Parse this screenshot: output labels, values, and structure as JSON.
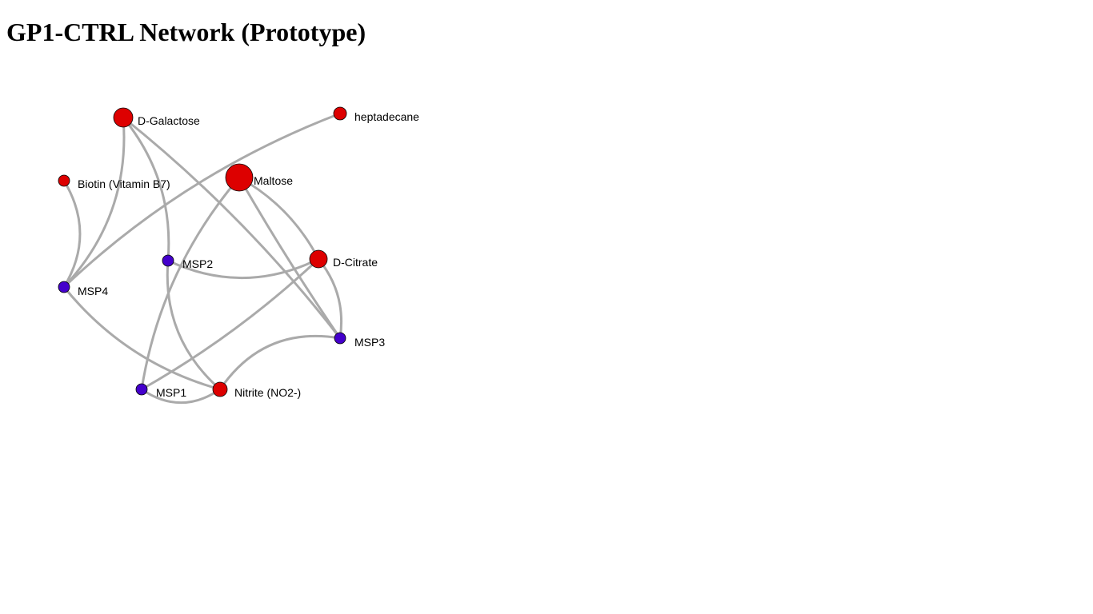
{
  "page": {
    "title": "GP1-CTRL Network (Prototype)"
  },
  "colors": {
    "metabolite_node": "#dd0000",
    "msp_node": "#4400cc",
    "edge": "#aaaaaa"
  },
  "network": {
    "nodes": [
      {
        "id": "d-galactose",
        "label": "D-Galactose",
        "kind": "metabolite"
      },
      {
        "id": "heptadecane",
        "label": "heptadecane",
        "kind": "metabolite"
      },
      {
        "id": "biotin",
        "label": "Biotin (Vitamin B7)",
        "kind": "metabolite"
      },
      {
        "id": "maltose",
        "label": "Maltose",
        "kind": "metabolite"
      },
      {
        "id": "msp2",
        "label": "MSP2",
        "kind": "msp"
      },
      {
        "id": "d-citrate",
        "label": "D-Citrate",
        "kind": "metabolite"
      },
      {
        "id": "msp4",
        "label": "MSP4",
        "kind": "msp"
      },
      {
        "id": "msp3",
        "label": "MSP3",
        "kind": "msp"
      },
      {
        "id": "msp1",
        "label": "MSP1",
        "kind": "msp"
      },
      {
        "id": "nitrite",
        "label": "Nitrite (NO2-)",
        "kind": "metabolite"
      }
    ],
    "edges": [
      {
        "source": "biotin",
        "target": "msp4"
      },
      {
        "source": "d-galactose",
        "target": "msp4"
      },
      {
        "source": "d-galactose",
        "target": "msp2"
      },
      {
        "source": "d-galactose",
        "target": "msp3"
      },
      {
        "source": "heptadecane",
        "target": "msp4"
      },
      {
        "source": "maltose",
        "target": "msp1"
      },
      {
        "source": "maltose",
        "target": "d-citrate"
      },
      {
        "source": "maltose",
        "target": "msp3"
      },
      {
        "source": "msp2",
        "target": "d-citrate"
      },
      {
        "source": "msp2",
        "target": "nitrite"
      },
      {
        "source": "d-citrate",
        "target": "msp3"
      },
      {
        "source": "d-citrate",
        "target": "msp1"
      },
      {
        "source": "msp4",
        "target": "nitrite"
      },
      {
        "source": "msp3",
        "target": "nitrite"
      },
      {
        "source": "msp1",
        "target": "nitrite"
      }
    ]
  }
}
